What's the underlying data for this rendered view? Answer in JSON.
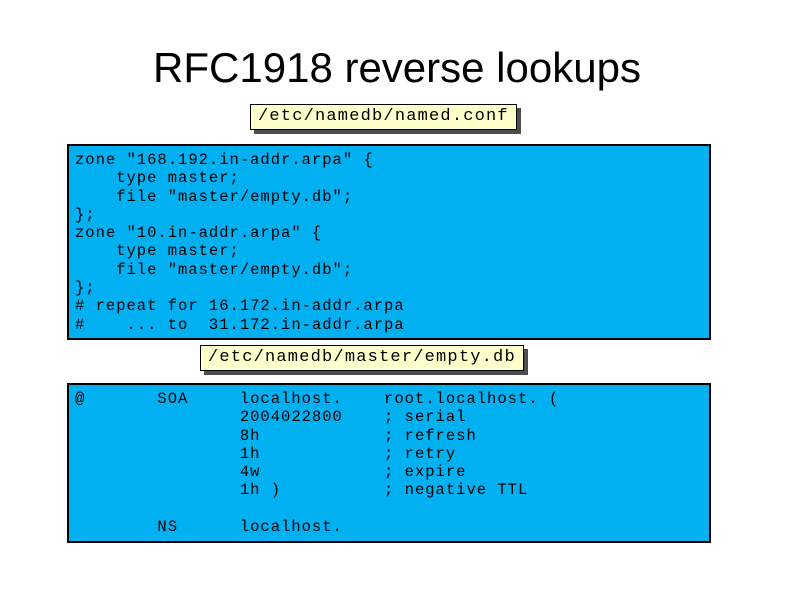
{
  "title": "RFC1918 reverse lookups",
  "colors": {
    "code_bg": "#00B0F0",
    "label_bg": "#FFFFCC",
    "label_shadow": "#4D4D4D",
    "text": "#000000",
    "background": "#FFFFFF"
  },
  "file_labels": [
    {
      "path": "/etc/namedb/named.conf"
    },
    {
      "path": "/etc/namedb/master/empty.db"
    }
  ],
  "code_blocks": [
    {
      "name": "named-conf-zone-config",
      "lines": [
        "zone \"168.192.in-addr.arpa\" {",
        "    type master;",
        "    file \"master/empty.db\";",
        "};",
        "zone \"10.in-addr.arpa\" {",
        "    type master;",
        "    file \"master/empty.db\";",
        "};",
        "# repeat for 16.172.in-addr.arpa",
        "#    ... to  31.172.in-addr.arpa"
      ]
    },
    {
      "name": "empty-db-zone-file",
      "lines": [
        "@       SOA     localhost.    root.localhost. (",
        "                2004022800    ; serial",
        "                8h            ; refresh",
        "                1h            ; retry",
        "                4w            ; expire",
        "                1h )          ; negative TTL",
        "",
        "        NS      localhost."
      ]
    }
  ]
}
